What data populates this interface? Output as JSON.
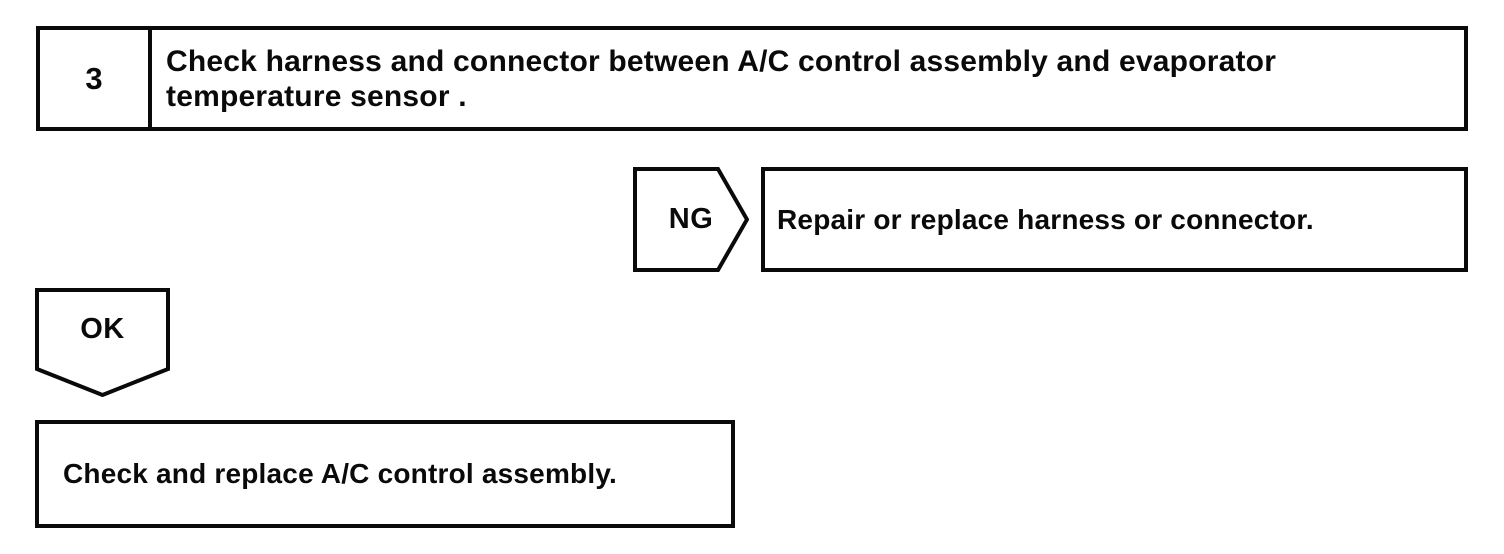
{
  "flowchart": {
    "step": {
      "number": "3",
      "instruction": "Check harness and connector between A/C control assembly and evaporator temperature sensor ."
    },
    "ng": {
      "label": "NG",
      "action": "Repair or replace harness or connector."
    },
    "ok": {
      "label": "OK",
      "action": "Check and replace A/C control assembly."
    },
    "colors": {
      "ink": "#0a0a0a",
      "background": "#ffffff"
    }
  }
}
